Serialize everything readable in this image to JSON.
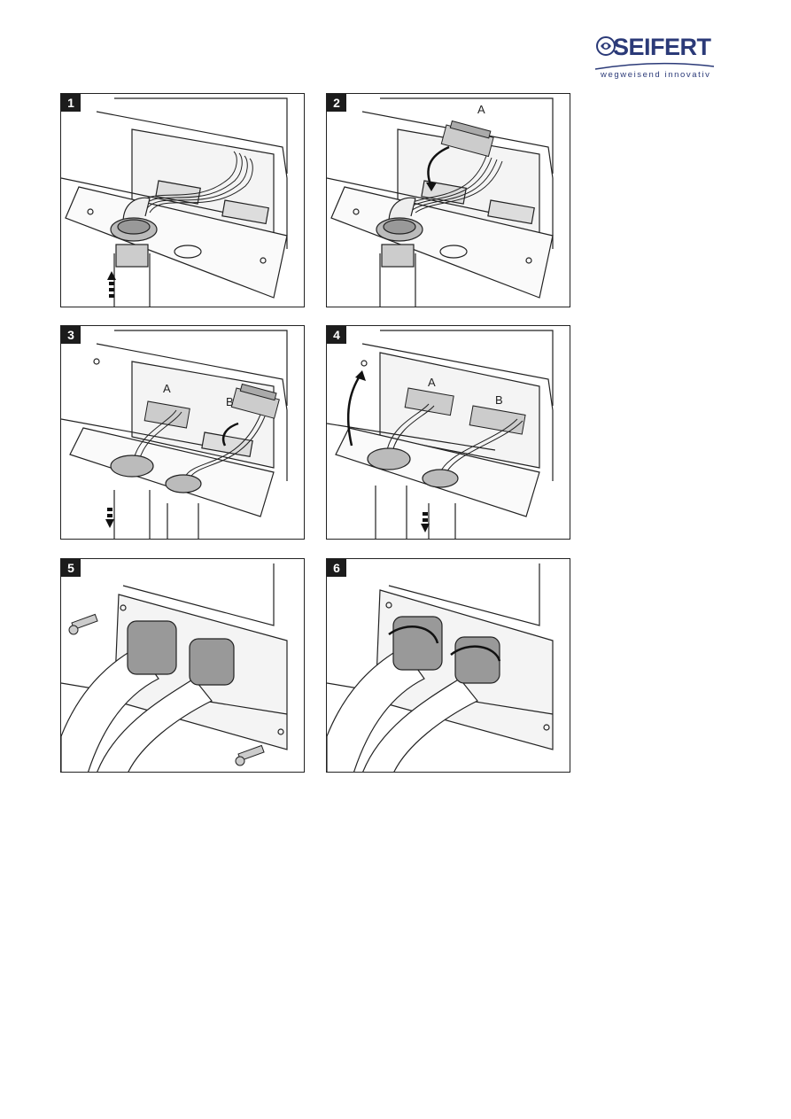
{
  "brand": {
    "name": "SEIFERT",
    "tagline": "wegweisend innovativ",
    "color": "#2b3a78"
  },
  "steps": [
    {
      "number": "1"
    },
    {
      "number": "2",
      "labels": [
        "A"
      ]
    },
    {
      "number": "3",
      "labels": [
        "A",
        "B"
      ]
    },
    {
      "number": "4",
      "labels": [
        "A",
        "B"
      ]
    },
    {
      "number": "5"
    },
    {
      "number": "6"
    }
  ]
}
